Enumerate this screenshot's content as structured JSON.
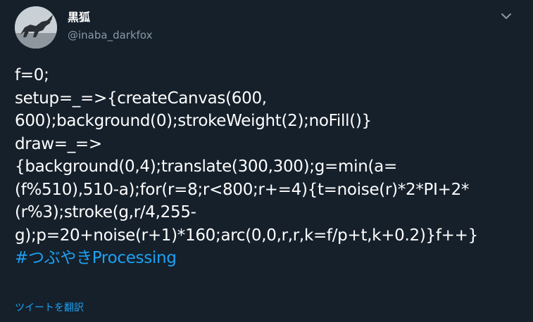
{
  "user": {
    "display_name": "黒狐",
    "handle": "@inaba_darkfox"
  },
  "tweet": {
    "lines": [
      "f=0;",
      "setup=_=>{createCanvas(600,",
      "600);background(0);strokeWeight(2);noFill()}",
      "draw=_=>",
      "{background(0,4);translate(300,300);g=min(a=",
      "(f%510),510-a);for(r=8;r<800;r+=4){t=noise(r)*2*PI+2*",
      "(r%3);stroke(g,r/4,255-",
      "g);p=20+noise(r+1)*160;arc(0,0,r,r,k=f/p+t,k+0.2)}f++}"
    ],
    "hashtag": "#つぶやきProcessing",
    "translate_label": "ツイートを翻訳"
  },
  "icons": {
    "menu": "chevron-down-icon",
    "avatar": "avatar"
  },
  "colors": {
    "background": "#15202b",
    "text": "#ffffff",
    "secondary": "#8899a6",
    "link": "#1da1f2"
  }
}
